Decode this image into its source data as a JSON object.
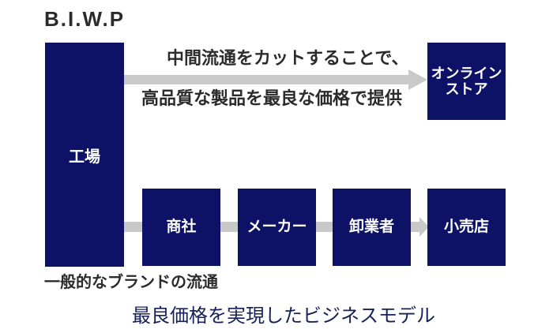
{
  "brand": {
    "title": "B.I.W.P"
  },
  "colors": {
    "box_navy": "#0d1266",
    "arrow_grey": "#c9c9c9",
    "text_dark": "#2b2b2b",
    "tagline_navy": "#16205a",
    "background": "#ffffff"
  },
  "diagram": {
    "biwp_flow": {
      "source_box_label": "工場",
      "destination_box_label": "オンライン\nストア",
      "arrow_caption_line1": "中間流通をカットすることで、",
      "arrow_caption_line2": "高品質な製品を最良な価格で提供",
      "arrow_icon": "right-arrow-icon"
    },
    "traditional_flow": {
      "caption": "一般的なブランドの流通",
      "steps": [
        {
          "label": "工場"
        },
        {
          "label": "商社"
        },
        {
          "label": "メーカー"
        },
        {
          "label": "卸業者"
        },
        {
          "label": "小売店"
        }
      ],
      "connector_icon": "connector-bar-icon",
      "final_arrow_icon": "right-arrow-icon"
    }
  },
  "tagline": "最良価格を実現したビジネスモデル"
}
